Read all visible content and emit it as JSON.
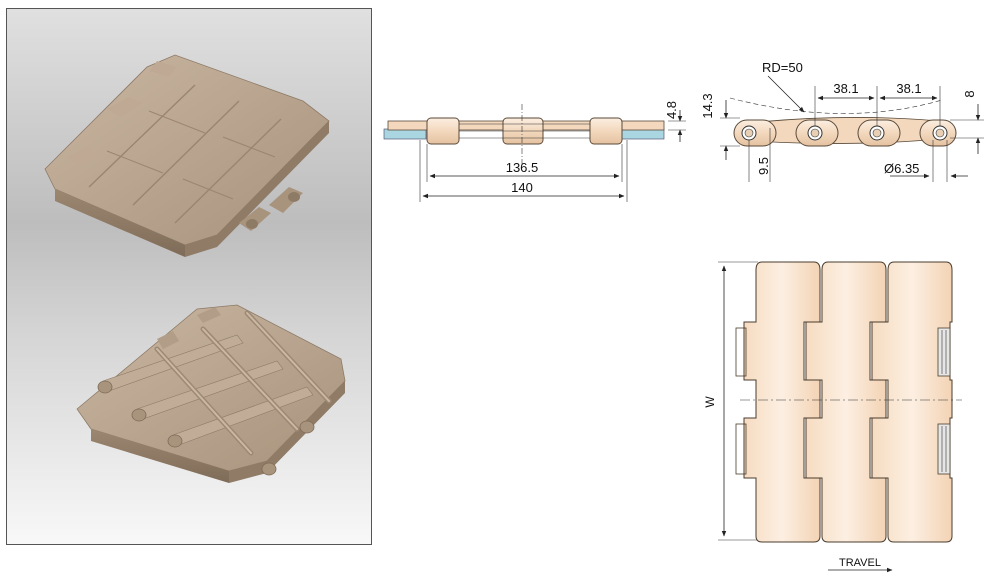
{
  "side_view": {
    "dim_inner": "136.5",
    "dim_outer": "140",
    "dim_thickness": "4.8"
  },
  "link_view": {
    "dim_radius": "RD=50",
    "dim_pitch_left": "38.1",
    "dim_pitch_right": "38.1",
    "dim_height": "14.3",
    "dim_top": "8",
    "dim_bottom": "9.5",
    "dim_pin": "Ø6.35"
  },
  "top_view": {
    "dim_width": "W",
    "direction_label": "TRAVEL"
  },
  "colors": {
    "plastic_photo": "#b8a48f",
    "plastic_drawing": "#f3d8bd",
    "wear_strip": "#a9d6e0"
  }
}
